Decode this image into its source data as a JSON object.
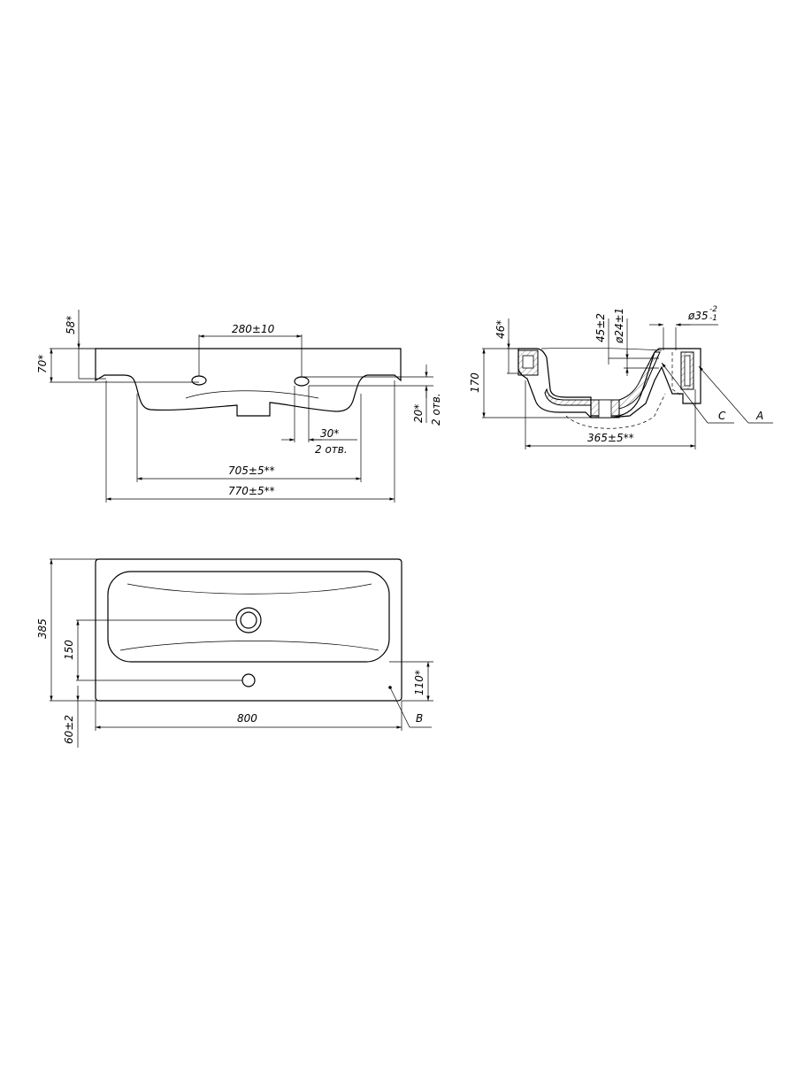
{
  "front_view": {
    "dim_depth_top": "58*",
    "dim_height_left": "70*",
    "dim_holes_spacing": "280±10",
    "dim_hole_offset": "30*",
    "dim_hole_count_a": "2 отв.",
    "dim_width_inner": "705±5**",
    "dim_width_outer": "770±5**",
    "dim_hole_height": "20*",
    "dim_hole_count_b": "2 отв."
  },
  "section_view": {
    "dim_rim": "46*",
    "dim_height": "170",
    "dim_overflow": "45±2",
    "dim_drain_dia": "ø24±1",
    "dim_dia_35": "ø35",
    "dim_dia_35_tol_upper": "-2",
    "dim_dia_35_tol_lower": "-1",
    "dim_depth": "365±5**",
    "label_c": "C",
    "label_a": "A"
  },
  "plan_view": {
    "dim_depth": "385",
    "dim_drain_offset": "150",
    "dim_tap_offset": "110*",
    "dim_width": "800",
    "dim_edge": "60±2",
    "label_b": "B"
  }
}
